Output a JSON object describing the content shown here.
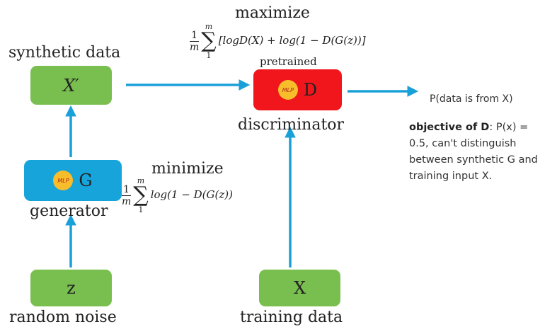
{
  "labels": {
    "synthetic_data": "synthetic data",
    "generator": "generator",
    "random_noise": "random noise",
    "training_data": "training data",
    "discriminator": "discriminator",
    "maximize": "maximize",
    "minimize": "minimize",
    "pretrained": "pretrained"
  },
  "boxes": {
    "x_prime": "X′",
    "generator": "G",
    "discriminator": "D",
    "z": "z",
    "x": "X",
    "mlp_badge": "MLP"
  },
  "formulas": {
    "maximize": {
      "num": "1",
      "den": "m",
      "upper": "m",
      "lower": "1",
      "body": "[logD(X) + log(1 − D(G(z))]"
    },
    "minimize": {
      "num": "1",
      "den": "m",
      "upper": "m",
      "lower": "1",
      "body": "log(1 − D(G(z))"
    }
  },
  "output": {
    "probability": "P(data is from X)"
  },
  "objective": {
    "title": "objective of D",
    "text": ": P(x) = 0.5, can't distinguish between synthetic G and training input X."
  },
  "colors": {
    "green": "#79bf4f",
    "blue": "#17a4db",
    "red": "#f0161b",
    "arrow": "#1aa0d8",
    "mlp": "#f7bd2a"
  }
}
